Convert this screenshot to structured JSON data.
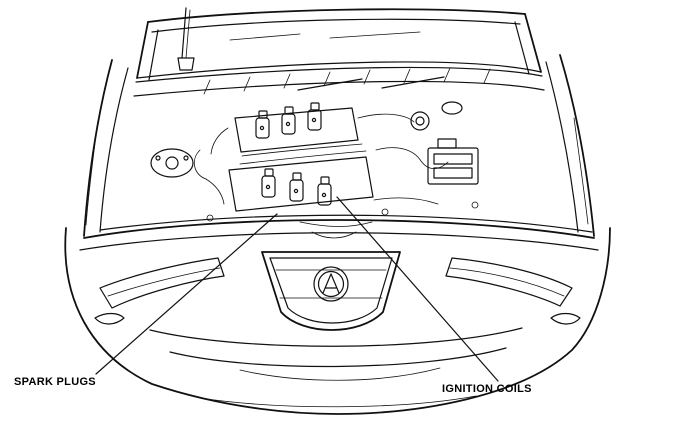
{
  "diagram": {
    "name": "engine-bay-spark-plug-ignition-coil-diagram",
    "labels": {
      "spark_plugs": "SPARK PLUGS",
      "ignition_coils": "IGNITION COILS"
    }
  },
  "colors": {
    "line": "#111111",
    "background": "#ffffff"
  }
}
